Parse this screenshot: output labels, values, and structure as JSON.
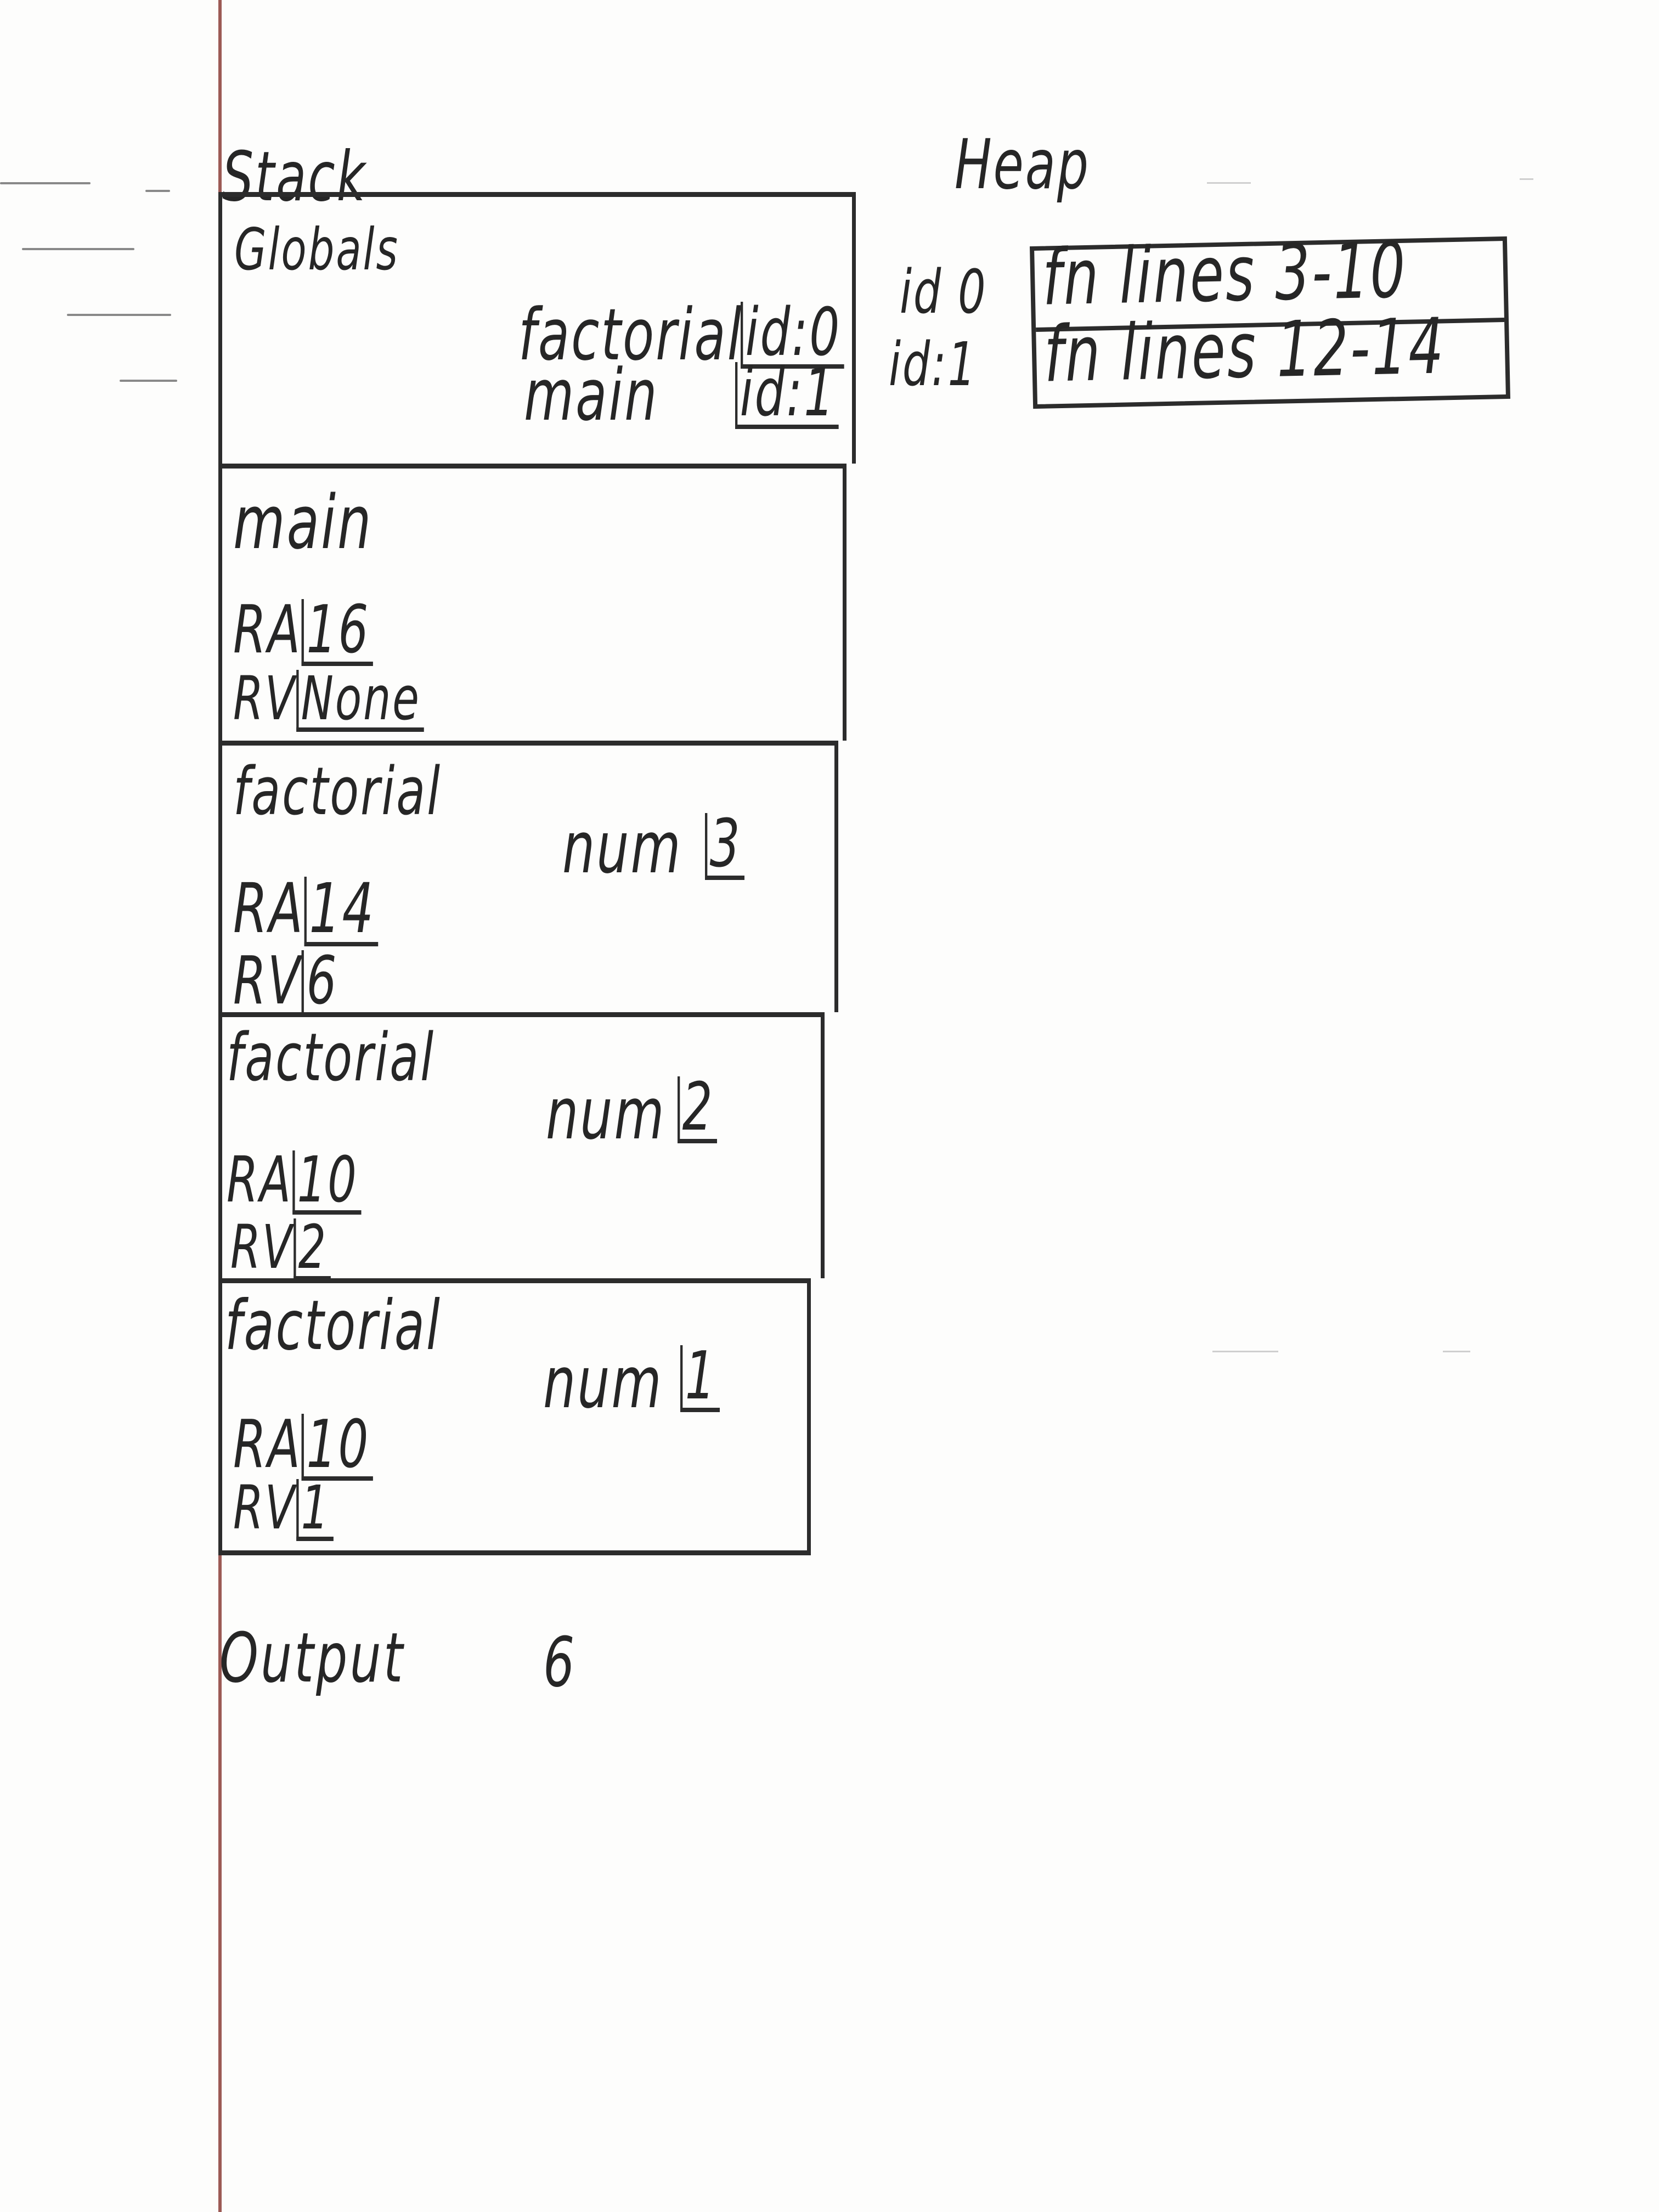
{
  "page": {
    "stack_title": "Stack",
    "heap_title": "Heap",
    "colors": {
      "ink": "#2c2c2c",
      "margin_line": "#9c5a55",
      "paper": "#fdfdfc"
    }
  },
  "stack": {
    "frames": [
      {
        "name": "Globals",
        "variables": [
          {
            "name": "factorial",
            "value": "id:0"
          },
          {
            "name": "main",
            "value": "id:1"
          }
        ]
      },
      {
        "name": "main",
        "variables": [],
        "ra": {
          "label": "RA",
          "value": "16"
        },
        "rv": {
          "label": "RV",
          "value": "None"
        }
      },
      {
        "name": "factorial",
        "variables": [
          {
            "name": "num",
            "value": "3"
          }
        ],
        "ra": {
          "label": "RA",
          "value": "14"
        },
        "rv": {
          "label": "RV",
          "value": "6"
        }
      },
      {
        "name": "factorial",
        "variables": [
          {
            "name": "num",
            "value": "2"
          }
        ],
        "ra": {
          "label": "RA",
          "value": "10"
        },
        "rv": {
          "label": "RV",
          "value": "2"
        }
      },
      {
        "name": "factorial",
        "variables": [
          {
            "name": "num",
            "value": "1"
          }
        ],
        "ra": {
          "label": "RA",
          "value": "10"
        },
        "rv": {
          "label": "RV",
          "value": "1"
        }
      }
    ]
  },
  "heap": {
    "objects": [
      {
        "id_label": "id 0",
        "content": "fn lines 3-10"
      },
      {
        "id_label": "id:1",
        "content": "fn lines 12-14"
      }
    ]
  },
  "output": {
    "label": "Output",
    "value": "6"
  }
}
